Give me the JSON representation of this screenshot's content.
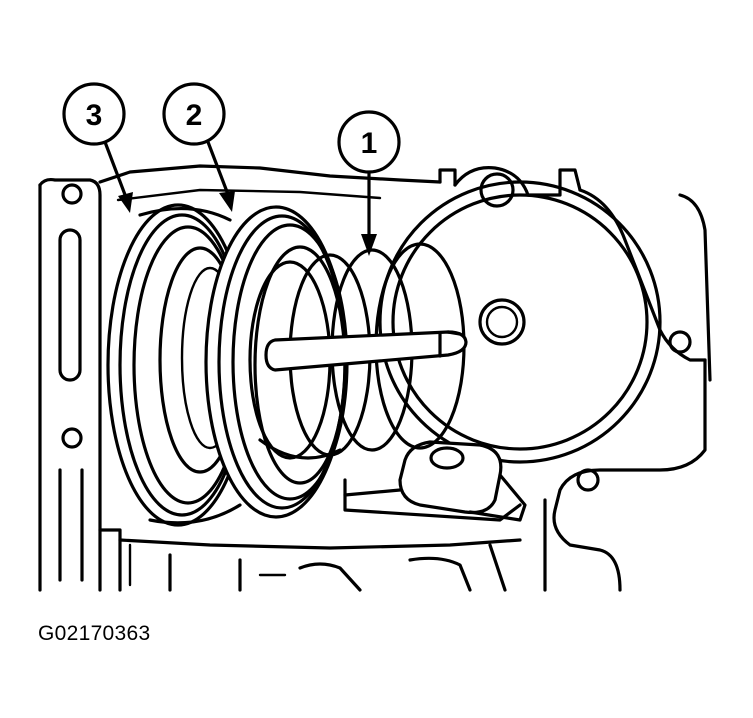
{
  "callouts": [
    {
      "id": "1",
      "label": "1"
    },
    {
      "id": "2",
      "label": "2"
    },
    {
      "id": "3",
      "label": "3"
    }
  ],
  "figure_code": "G02170363",
  "colors": {
    "ink": "#000000",
    "paper": "#ffffff"
  }
}
